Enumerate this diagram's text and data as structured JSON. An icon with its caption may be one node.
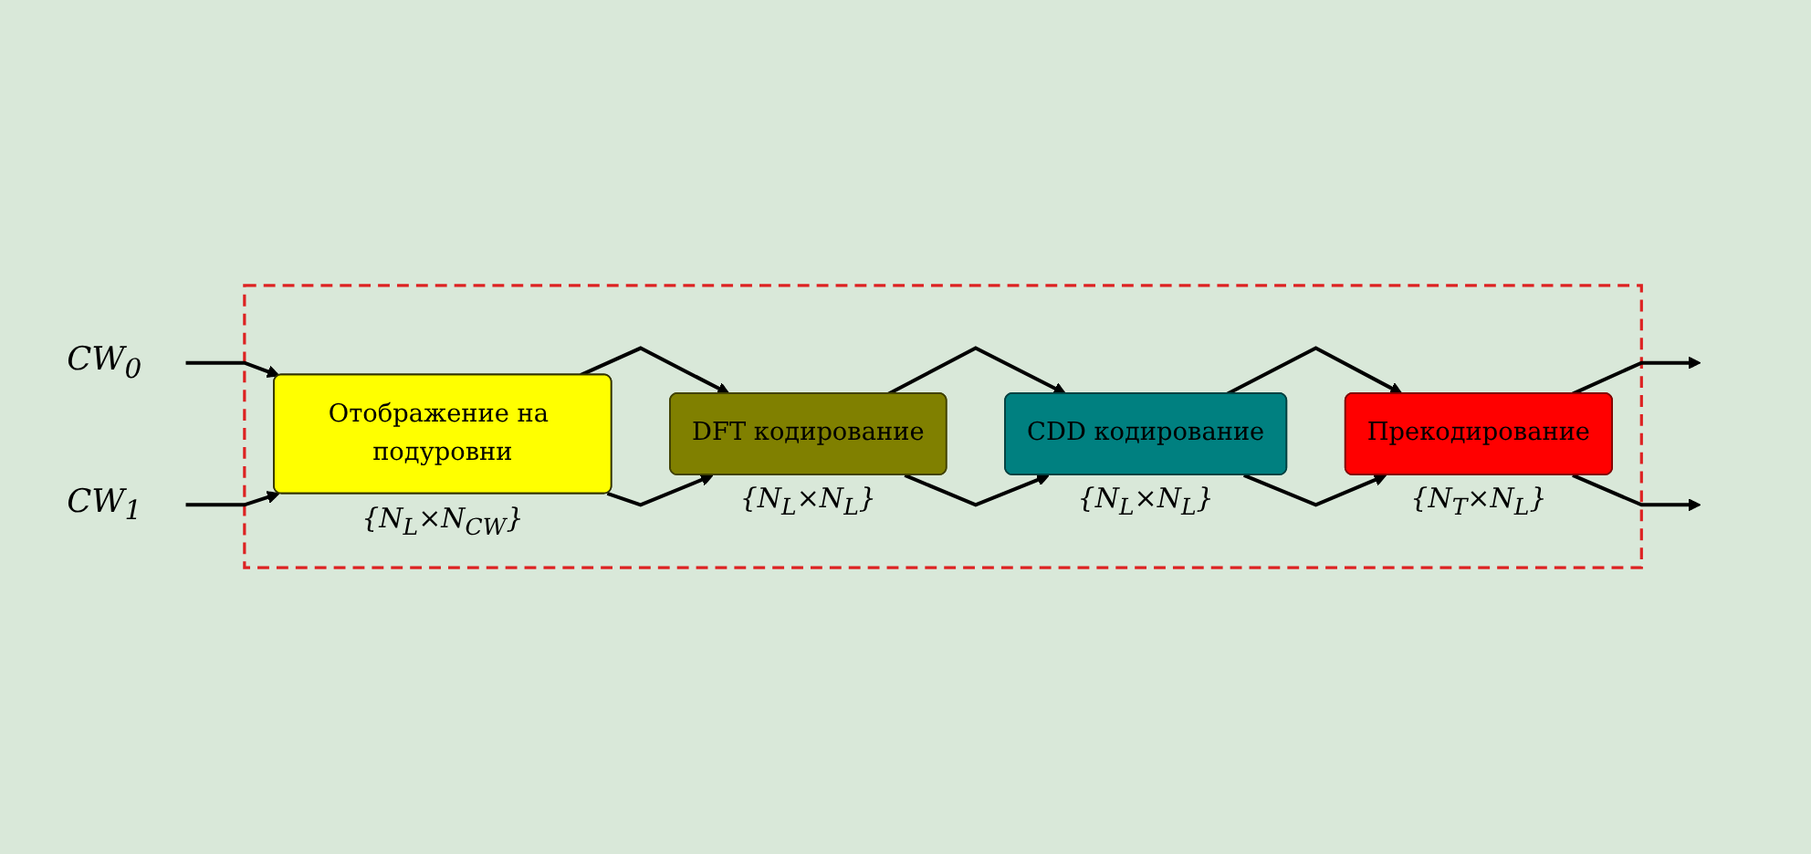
{
  "diagram": {
    "nodes": [
      {
        "text": [],
        "shape": "box"
      },
      {
        "text": [
          "CW$_{0}$"
        ]
      },
      {
        "text": [
          "CW$_{1}$"
        ]
      },
      {
        "text": [
          "Отображение на подуровни"
        ],
        "in": 0,
        "beside": [
          "{N$_{L}$×N$_{CW}$}"
        ]
      },
      {
        "text": [
          "DFT кодирование"
        ],
        "in": 0,
        "beside": [
          "{N$_{L}$×N$_{L}$}"
        ]
      },
      {
        "text": [
          "CDD кодирование"
        ],
        "in": 0,
        "beside": [
          "{N$_{L}$×N$_{L}$}"
        ]
      },
      {
        "text": [
          "Прекодирование"
        ],
        "in": 0,
        "beside": [
          "{N$_{T}$×N$_{L}$}"
        ]
      }
    ],
    "edges": [
      {
        "from": 1,
        "to": 3,
        "arrow": "to"
      },
      {
        "from": 2,
        "to": 3,
        "arrow": "to"
      },
      {
        "from": 3,
        "to": 4,
        "arrow": "to"
      },
      {
        "from": 3,
        "to": 4,
        "arrow": "to"
      },
      {
        "from": 4,
        "to": 5,
        "arrow": "to"
      },
      {
        "from": 4,
        "to": 5,
        "arrow": "to"
      },
      {
        "from": 5,
        "to": 6,
        "arrow": "to"
      },
      {
        "from": 5,
        "to": 6,
        "arrow": "to"
      },
      {
        "from": 6,
        "to": null,
        "arrow": "to"
      },
      {
        "from": 6,
        "to": null,
        "arrow": "to"
      }
    ]
  }
}
